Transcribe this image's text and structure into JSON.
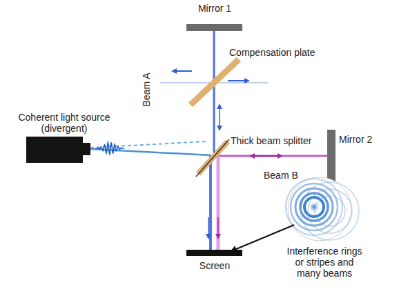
{
  "diagram": {
    "labels": [
      "Mirror 1",
      "Compensation plate",
      "Beam A",
      "Coherent light source (divergent)",
      "Thick beam splitter",
      "Mirror 2",
      "Beam B",
      "Screen",
      "Interference rings or stripes and many beams"
    ]
  }
}
